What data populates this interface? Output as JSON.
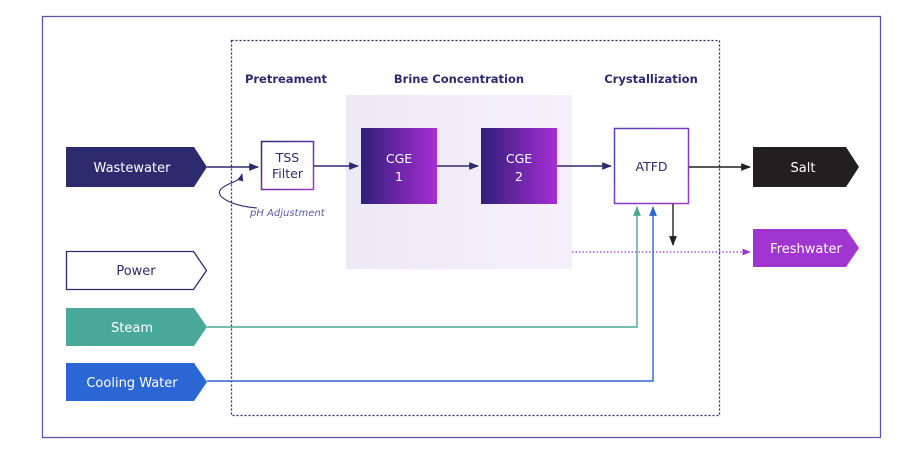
{
  "stages": {
    "pretreatment": "Pretreament",
    "brine_concentration": "Brine Concentration",
    "crystallization": "Crystallization"
  },
  "inputs": {
    "wastewater": "Wastewater",
    "power": "Power",
    "steam": "Steam",
    "cooling_water": "Cooling Water"
  },
  "units": {
    "tss_filter": [
      "TSS",
      "Filter"
    ],
    "cge1": [
      "CGE",
      "1"
    ],
    "cge2": [
      "CGE",
      "2"
    ],
    "atfd": "ATFD"
  },
  "notes": {
    "ph_adjustment": "pH Adjustment"
  },
  "outputs": {
    "salt": "Salt",
    "freshwater": "Freshwater"
  },
  "colors": {
    "frame": "#5b57a6",
    "navy": "#2d2a6e",
    "purple": "#a035cf",
    "teal": "#4aa89a",
    "blue": "#2a67d4",
    "salt": "#231f20",
    "concentration_bg": "#f1edf9"
  }
}
